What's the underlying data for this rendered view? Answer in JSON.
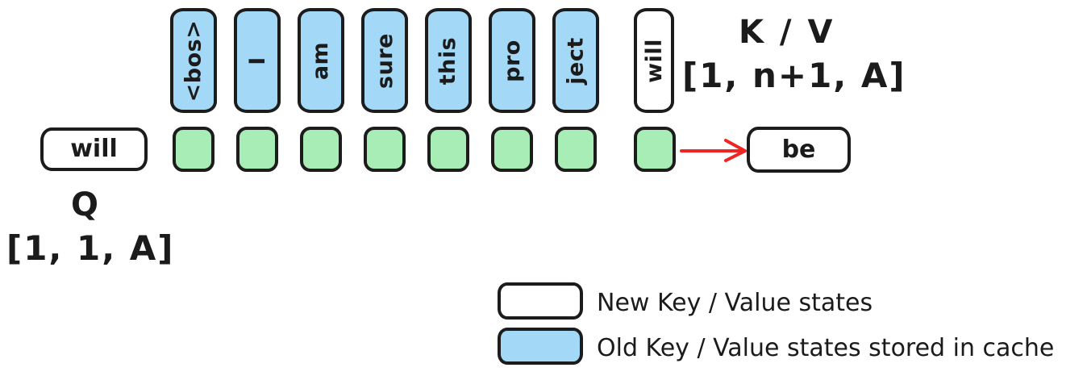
{
  "diagram": {
    "title": "KV cache attention step",
    "colors": {
      "blue": "#a3d8f7",
      "green": "#a9edb6",
      "white": "#ffffff",
      "stroke": "#1c1c1c",
      "arrow": "#ee2524"
    },
    "cached_tokens": [
      {
        "label": "<bos>",
        "fill": "blue"
      },
      {
        "label": "I",
        "fill": "blue"
      },
      {
        "label": "am",
        "fill": "blue"
      },
      {
        "label": "sure",
        "fill": "blue"
      },
      {
        "label": "this",
        "fill": "blue"
      },
      {
        "label": "pro",
        "fill": "blue"
      },
      {
        "label": "ject",
        "fill": "blue"
      },
      {
        "label": "will",
        "fill": "white"
      }
    ],
    "attention_cells": [
      {
        "fill": "green"
      },
      {
        "fill": "green"
      },
      {
        "fill": "green"
      },
      {
        "fill": "green"
      },
      {
        "fill": "green"
      },
      {
        "fill": "green"
      },
      {
        "fill": "green"
      },
      {
        "fill": "green"
      }
    ],
    "query_box": {
      "label": "will"
    },
    "output_box": {
      "label": "be"
    },
    "annotations": {
      "kv_title": "K / V",
      "kv_shape": "[1, n+1, A]",
      "q_title": "Q",
      "q_shape": "[1, 1, A]"
    },
    "arrow": {
      "name": "attention-output-arrow",
      "color": "#ee2524"
    },
    "legend": [
      {
        "swatch": "white",
        "label": "New Key / Value states"
      },
      {
        "swatch": "blue",
        "label": "Old Key / Value states stored in cache"
      }
    ]
  }
}
